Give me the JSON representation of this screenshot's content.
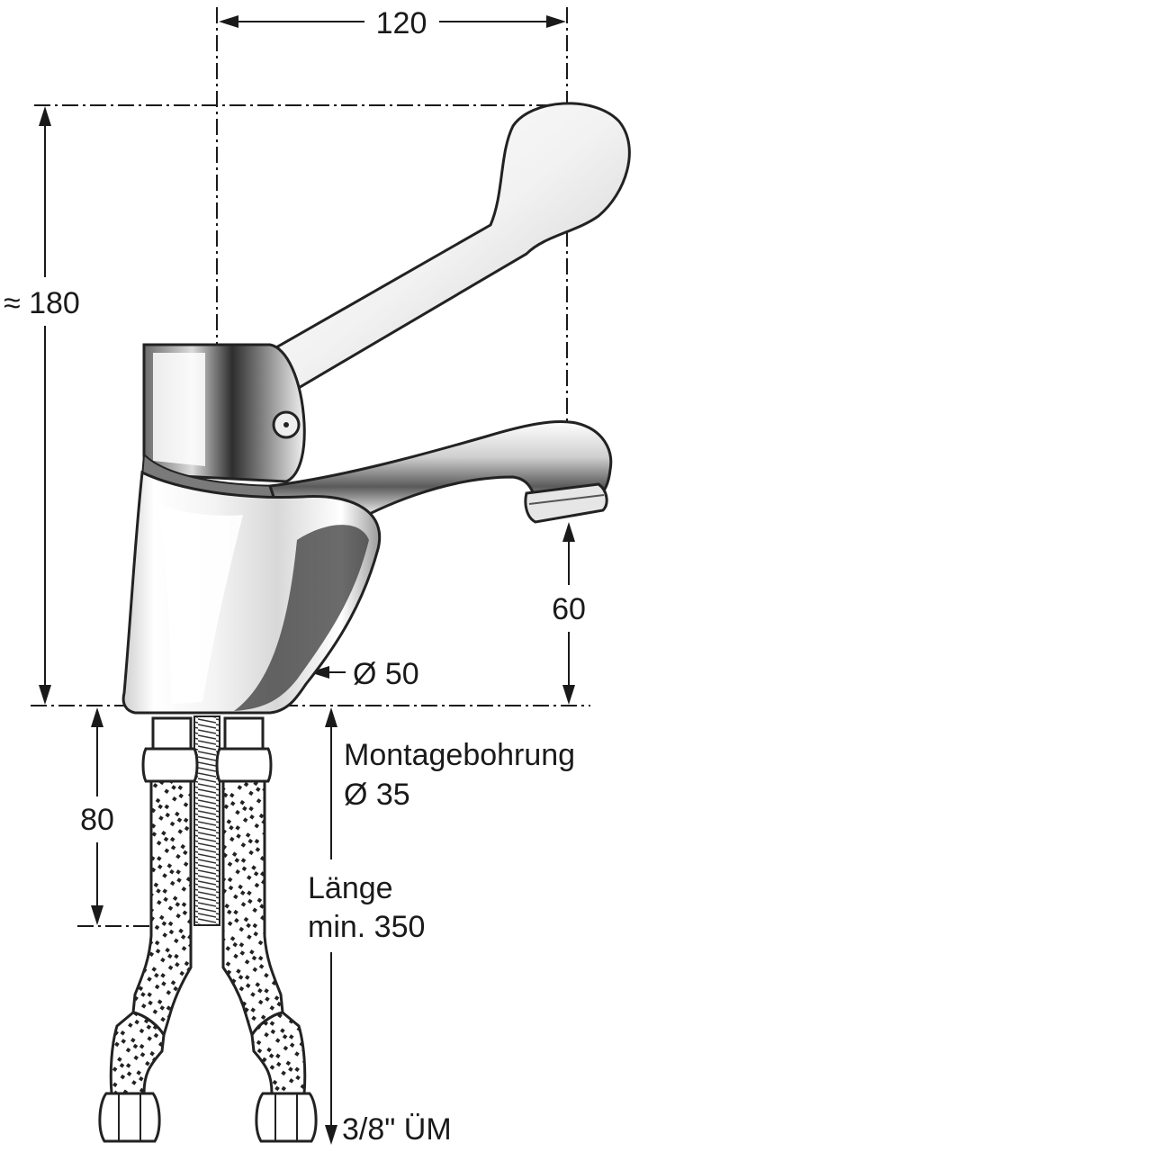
{
  "dimensions": {
    "width_top": "120",
    "height_total": "≈ 180",
    "spout_height": "60",
    "body_diameter": "Ø 50",
    "hose_length": "80"
  },
  "notes": {
    "mounting_hole_line1": "Montagebohrung",
    "mounting_hole_line2": "Ø 35",
    "hose_line1": "Länge",
    "hose_line2": "min. 350",
    "connection": "3/8\" ÜM"
  }
}
